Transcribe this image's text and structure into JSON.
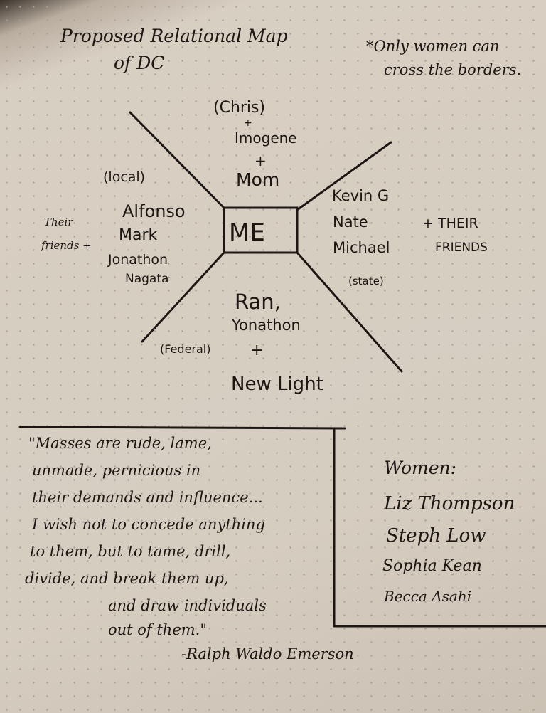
{
  "title": {
    "line1": "Proposed Relational Map",
    "line2": "of DC"
  },
  "note": {
    "line1": "*Only women can",
    "line2": "cross the borders."
  },
  "center": "ME",
  "top": {
    "paren": "(Chris)",
    "plus1": "+",
    "name1": "Imogene",
    "plus2": "+",
    "name2": "Mom"
  },
  "left": {
    "label": "(local)",
    "names": [
      "Alfonso",
      "Mark",
      "Jonathon",
      "Nagata"
    ],
    "extra1": "Their",
    "extra2": "friends +"
  },
  "right": {
    "names": [
      "Kevin G",
      "Nate",
      "Michael"
    ],
    "label": "(state)",
    "extra1": "+ THEIR",
    "extra2": "FRIENDS"
  },
  "bottom": {
    "name1": "Ran,",
    "name2": "Yonathon",
    "plus": "+",
    "name3": "New Light",
    "label": "(Federal)"
  },
  "quote": {
    "lines": [
      "\"Masses are rude, lame,",
      "unmade, pernicious in",
      "their demands and influence...",
      "I wish not to concede anything",
      "to them, but to tame, drill,",
      "divide, and break them up,",
      "and draw individuals",
      "out of them.\""
    ],
    "author": "-Ralph Waldo Emerson"
  },
  "women": {
    "heading": "Women:",
    "names": [
      "Liz Thompson",
      "Steph Low",
      "Sophia Kean",
      "Becca Asahi"
    ]
  }
}
